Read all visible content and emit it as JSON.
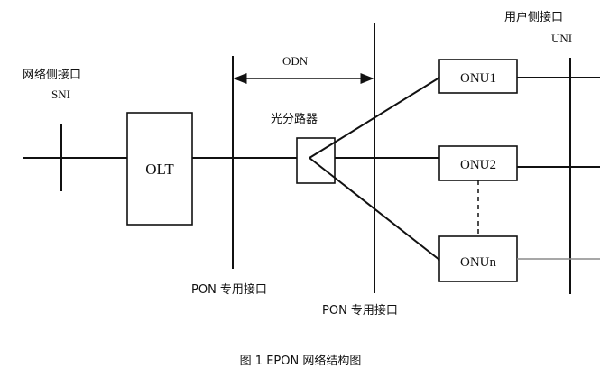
{
  "labels": {
    "uni_cn": "用户侧接口",
    "uni": "UNI",
    "sni_cn": "网络侧接口",
    "sni": "SNI",
    "odn": "ODN",
    "splitter": "光分路器",
    "olt": "OLT",
    "onu1": "ONU1",
    "onu2": "ONU2",
    "onun": "ONUn",
    "pon_if_left": "PON 专用接口",
    "pon_if_right": "PON 专用接口"
  },
  "caption": "图 1 EPON 网络结构图",
  "colors": {
    "line": "#111111",
    "muted_line": "#8a8a8a",
    "background": "#ffffff"
  }
}
